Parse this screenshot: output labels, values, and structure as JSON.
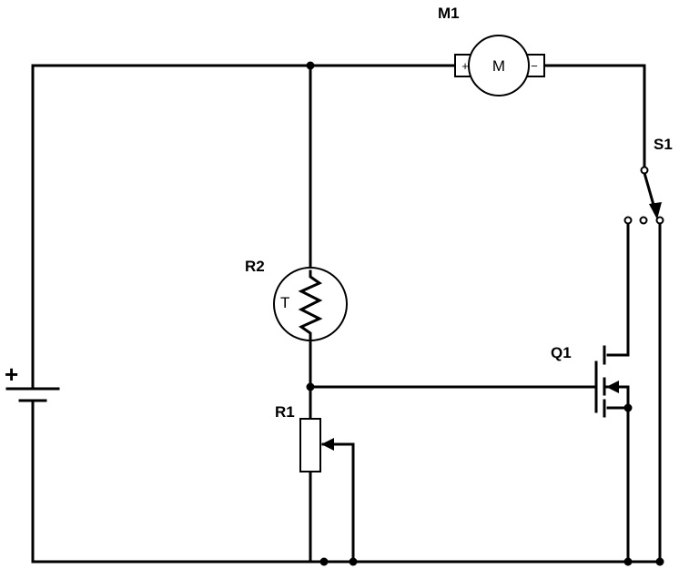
{
  "components": {
    "motor": {
      "designator": "M1",
      "symbol": "M",
      "plus": "+",
      "minus": "−"
    },
    "switch": {
      "designator": "S1"
    },
    "thermistor": {
      "designator": "R2",
      "symbol": "T"
    },
    "potentiometer": {
      "designator": "R1"
    },
    "mosfet": {
      "designator": "Q1"
    },
    "battery": {
      "plus": "+"
    }
  }
}
